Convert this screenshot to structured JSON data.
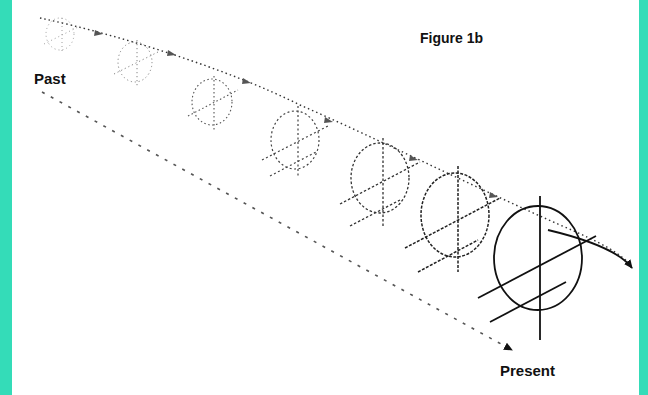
{
  "diagram": {
    "labels": [
      "Figure 1b",
      "Past",
      "Present"
    ]
  }
}
